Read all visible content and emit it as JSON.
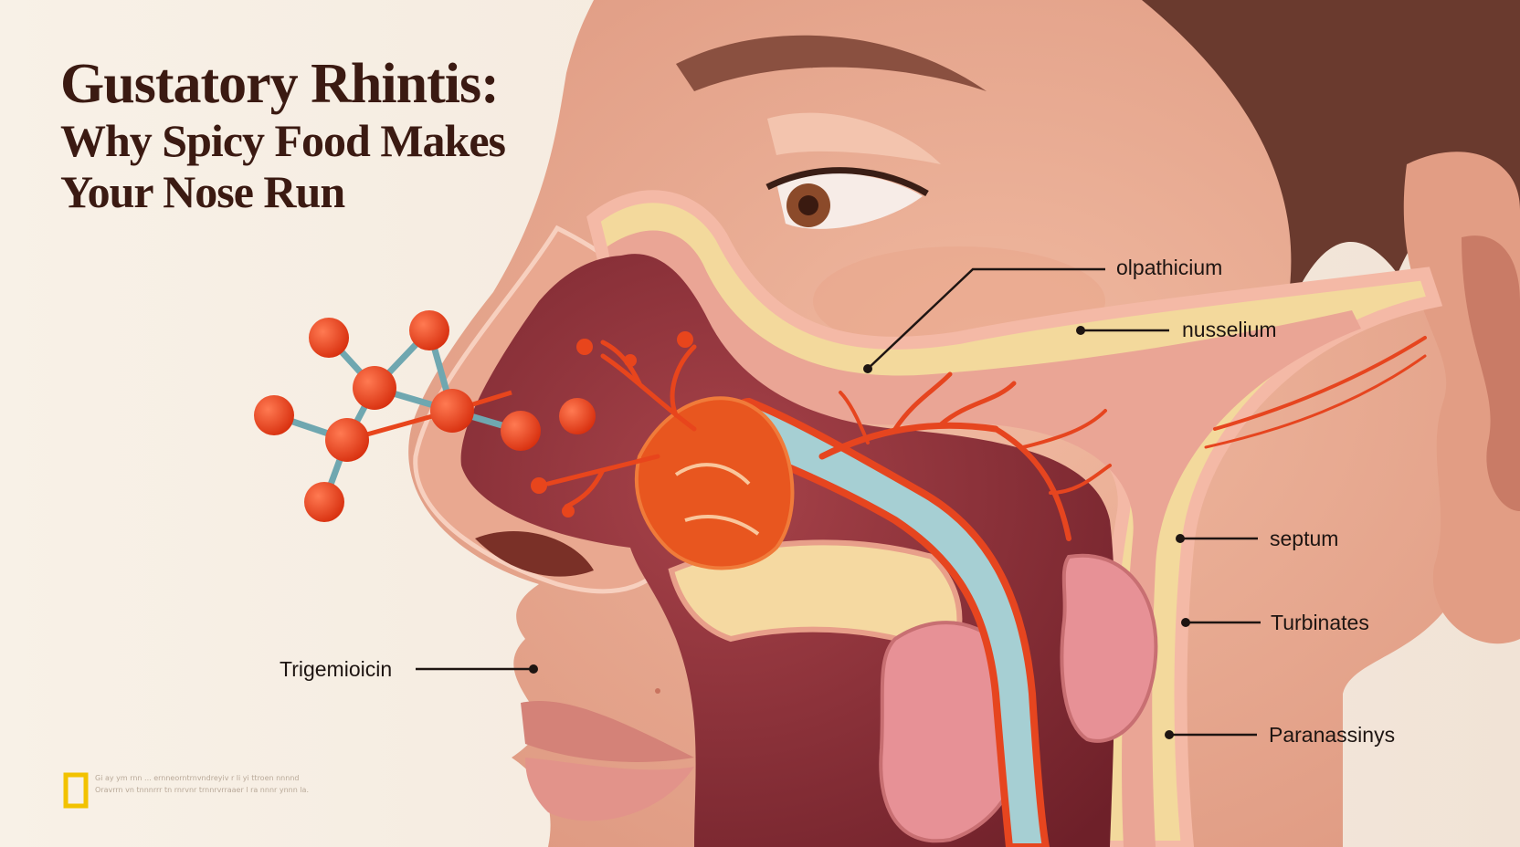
{
  "title": {
    "line1": "Gustatory Rhintis:",
    "line2": "Why Spicy Food Makes",
    "line3": "Your Nose Run"
  },
  "labels": {
    "olpathicium": "olpathicium",
    "nusselium": "nusselium",
    "septum": "septum",
    "turbinates": "Turbinates",
    "paranassinys": "Paranassinys",
    "trigemioicin": "Trigemioicin"
  },
  "footer": {
    "logo_icon": "yellow-rectangle-logo",
    "line1": "Gi ay ym rnn ... ernneorntrnvndreyiv r li yi ttroen nnnnd",
    "line2": "Oravrrn vn tnnnrrr tn rnrvnr trnnrvrraaer l ra nnnr ynnn la."
  },
  "colors": {
    "background": "#f6efe6",
    "skin": "#e8a88f",
    "cavity": "#8a2f35",
    "vessel": "#e6451f",
    "mucus": "#a6cfd3",
    "molecule": "#e8401c",
    "title": "#3b1a12",
    "logo": "#f2c200"
  }
}
